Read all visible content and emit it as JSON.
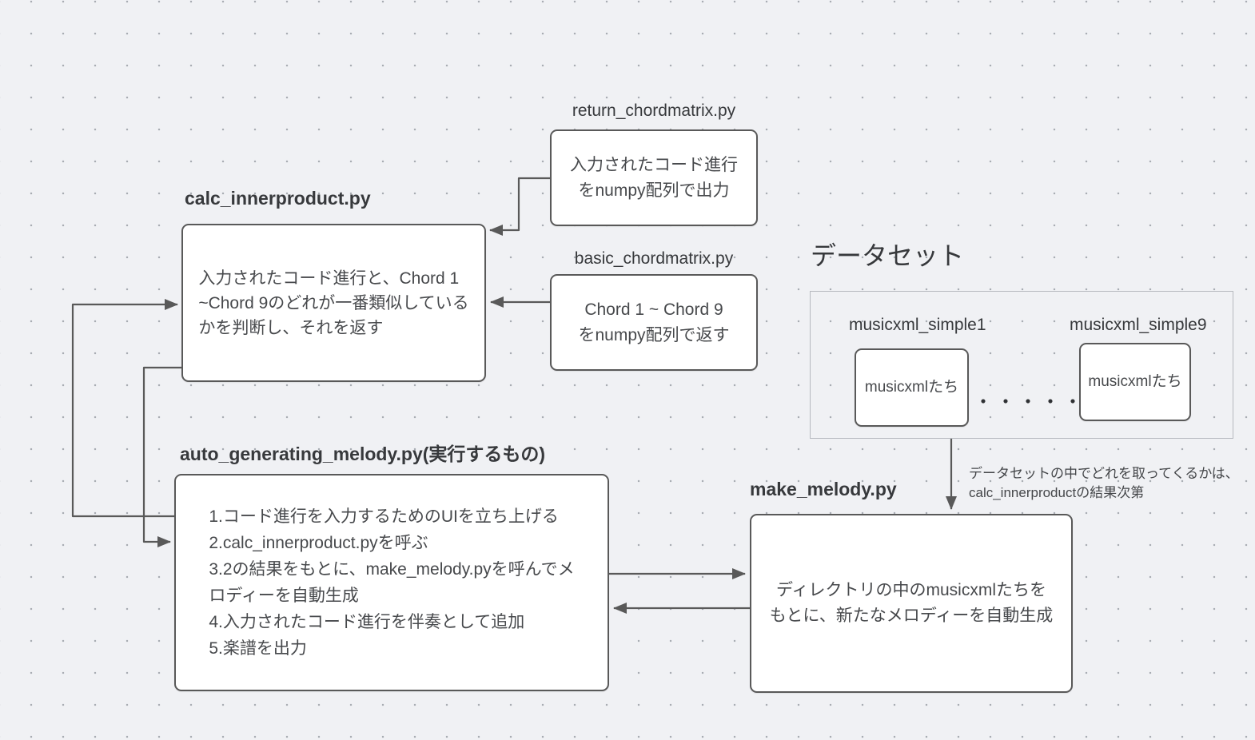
{
  "canvas": {
    "background": "#f0f1f4",
    "dot_color": "#a9adb3"
  },
  "colors": {
    "node_border": "#595959",
    "node_fill": "#ffffff",
    "container_border": "#b6b9bf",
    "arrow": "#595959",
    "title_text": "#37393c",
    "body_text": "#47494c"
  },
  "nodes": {
    "return_chordmatrix": {
      "title": "return_chordmatrix.py",
      "body": "入力されたコード進行\nをnumpy配列で出力"
    },
    "calc_innerproduct": {
      "title": "calc_innerproduct.py",
      "body": "入力されたコード進行と、Chord 1\n~Chord 9のどれが一番類似している\nかを判断し、それを返す"
    },
    "basic_chordmatrix": {
      "title": "basic_chordmatrix.py",
      "body": "Chord 1 ~ Chord 9\nをnumpy配列で返す"
    },
    "auto_generating_melody": {
      "title": "auto_generating_melody.py(実行するもの)",
      "body": "1.コード進行を入力するためのUIを立ち上げる\n2.calc_innerproduct.pyを呼ぶ\n3.2の結果をもとに、make_melody.pyを呼んでメ\nロディーを自動生成\n4.入力されたコード進行を伴奏として追加\n5.楽譜を出力"
    },
    "make_melody": {
      "title": "make_melody.py",
      "body": "ディレクトリの中のmusicxmlたちを\nもとに、新たなメロディーを自動生成"
    }
  },
  "dataset": {
    "label": "データセット",
    "items": [
      {
        "title": "musicxml_simple1",
        "body": "musicxmlたち"
      },
      {
        "title": "musicxml_simple9",
        "body": "musicxmlたち"
      }
    ],
    "ellipsis": "・・・・・",
    "annotation": "データセットの中でどれを取ってくるかは、\ncalc_innerproductの結果次第"
  }
}
